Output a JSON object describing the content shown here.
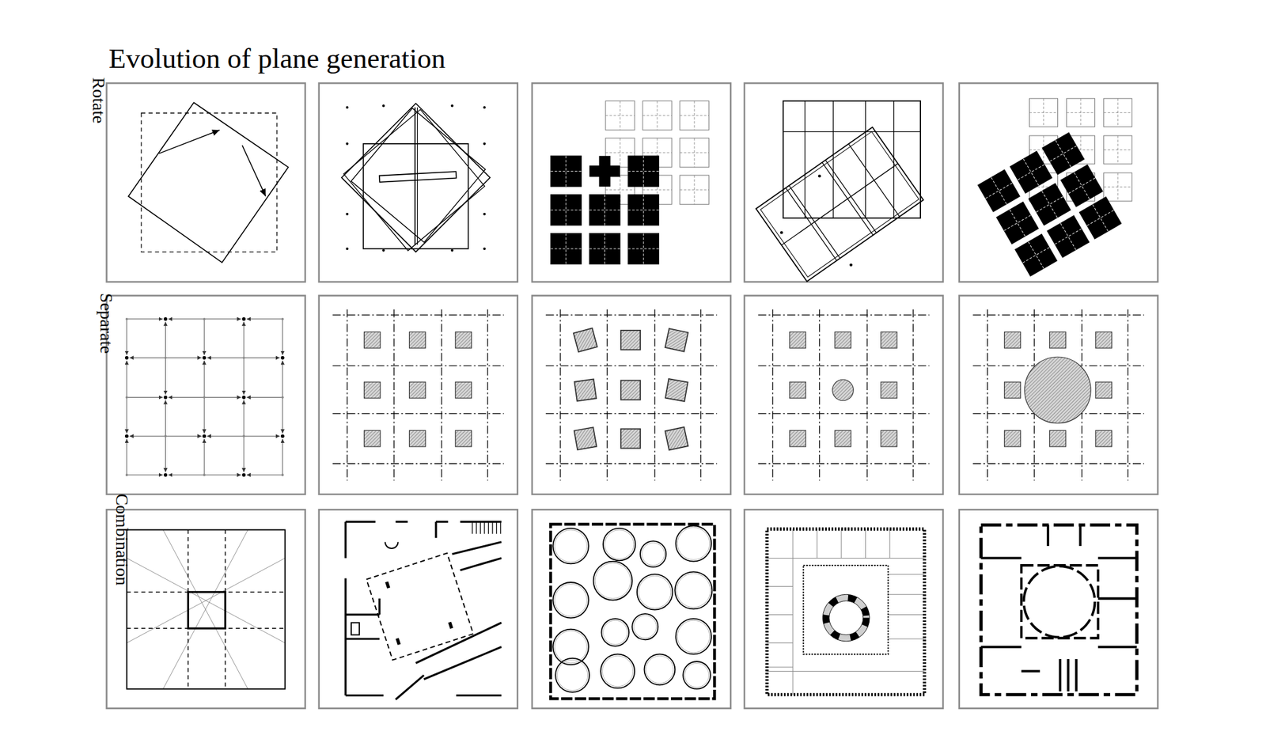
{
  "diagram": {
    "title": "Evolution of plane generation",
    "labels": [
      "Rotate",
      "Separate",
      "Combination"
    ]
  }
}
